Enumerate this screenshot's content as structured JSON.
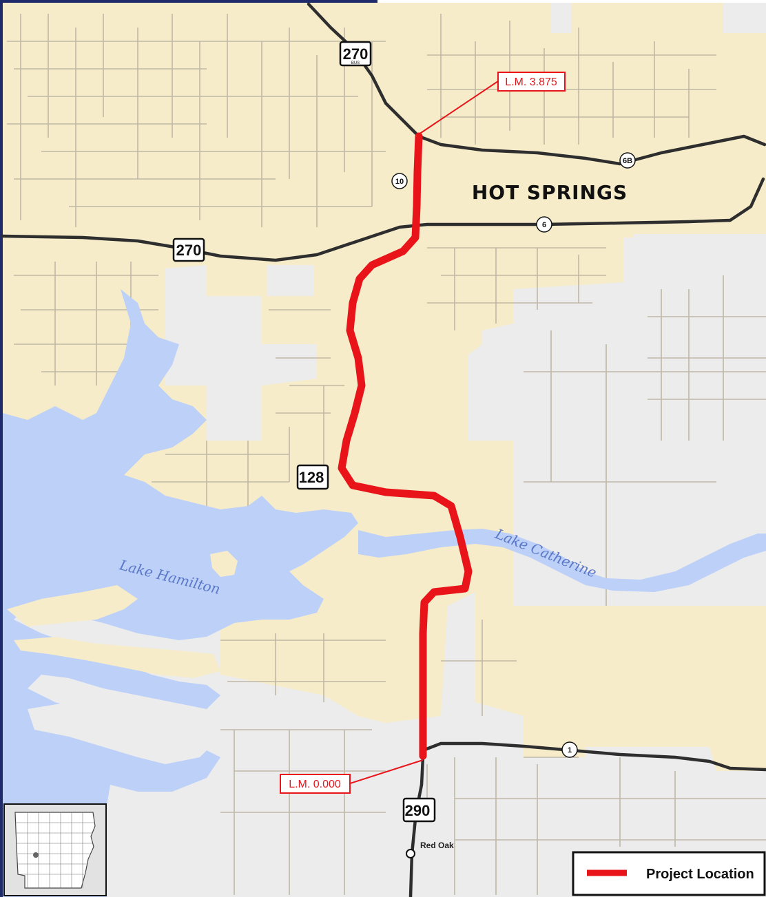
{
  "map": {
    "city_label": "HOT SPRINGS",
    "lake_labels": {
      "hamilton": "Lake Hamilton",
      "catherine": "Lake Catherine"
    },
    "place_labels": {
      "red_oak": "Red Oak"
    },
    "log_miles": {
      "north": "L.M. 3.875",
      "south": "L.M. 0.000"
    },
    "route_shields": {
      "us270_north": "270",
      "us270_north_sub": "BUS",
      "us270_west": "270",
      "ar128": "128",
      "ar290": "290"
    },
    "route_circles": {
      "r10": "10",
      "r6": "6",
      "r6b": "6B",
      "r1": "1"
    },
    "legend": {
      "label": "Project Location"
    },
    "inset": {
      "name": "arkansas-locator-inset"
    },
    "colors": {
      "city_area": "#f6ecc9",
      "outside_area": "#ececec",
      "water": "#bcd0f8",
      "major_road": "#2e2e2e",
      "minor_road": "#b9b3a4",
      "project_route": "#e8141a",
      "frame": "#1f2a6b"
    }
  }
}
